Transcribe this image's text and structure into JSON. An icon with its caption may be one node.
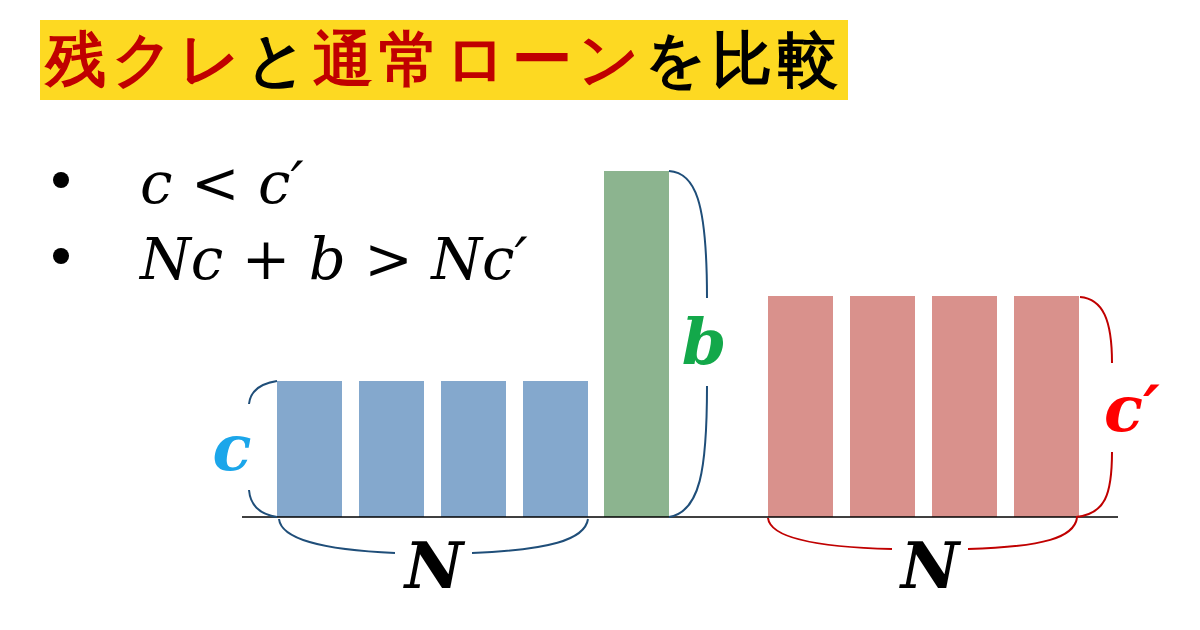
{
  "diagram": {
    "title": "残クレと通常ローンを比較",
    "labels": [
      "c < c′",
      "Nc + b > Nc′",
      "b",
      "c′",
      "c",
      "N",
      "N"
    ]
  }
}
